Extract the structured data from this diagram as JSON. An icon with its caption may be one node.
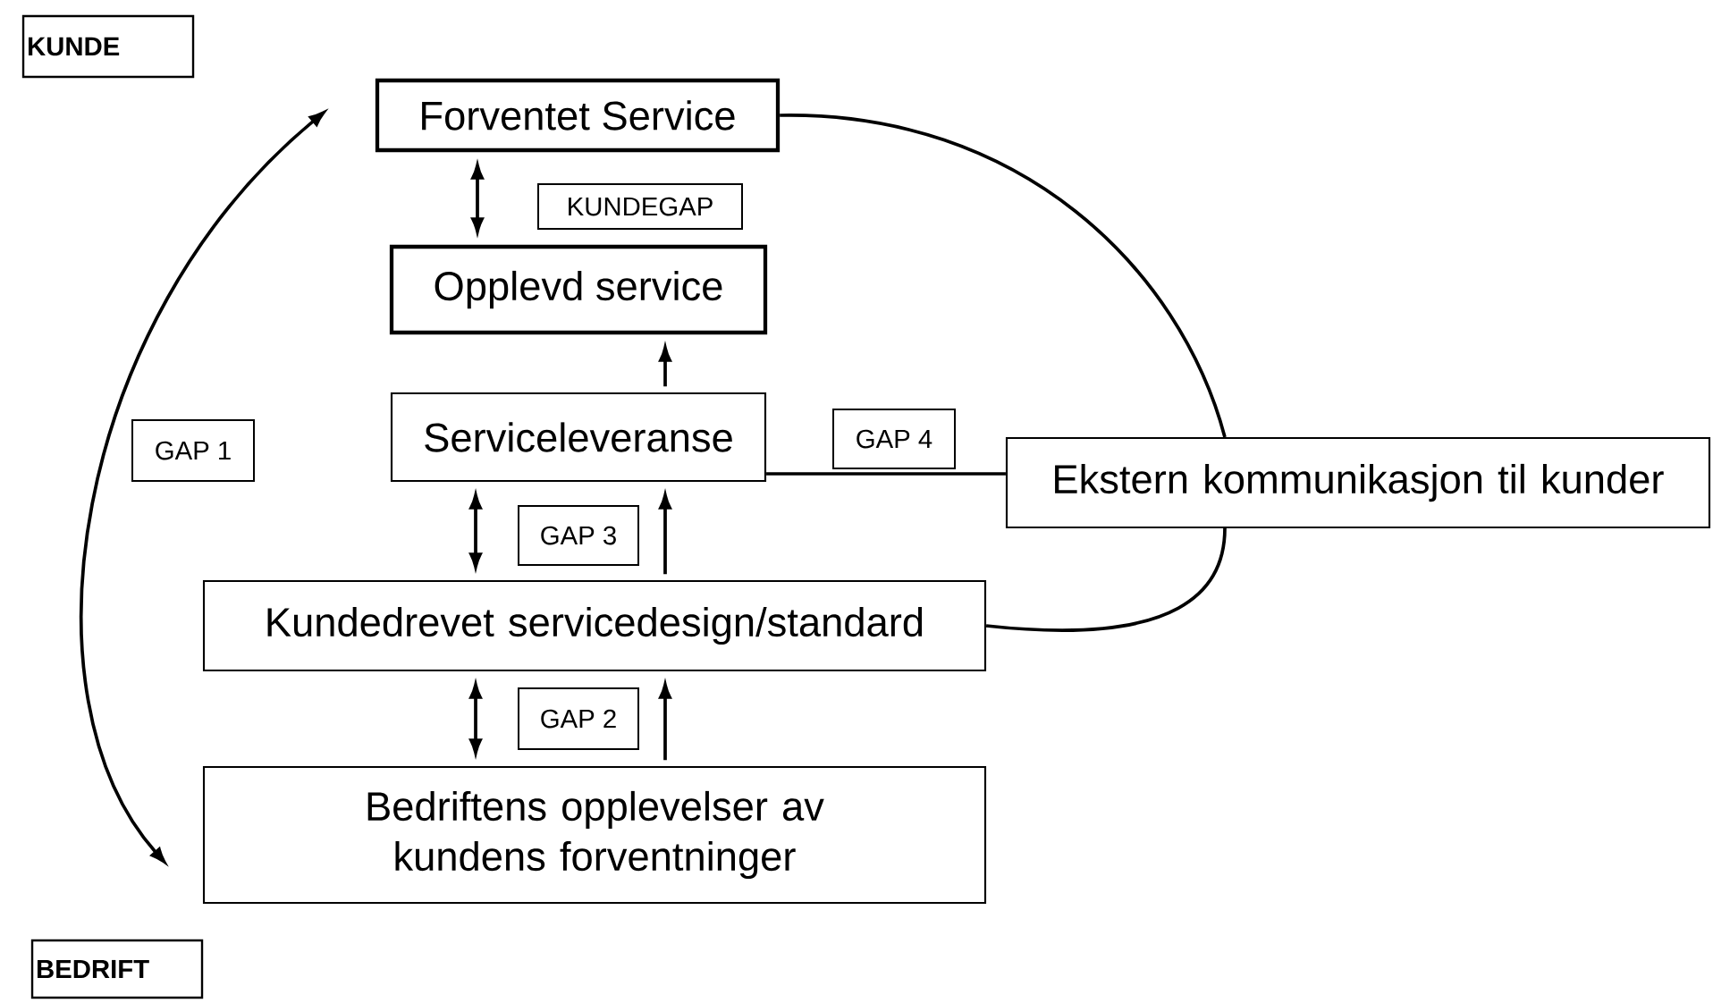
{
  "diagram": {
    "nodes": [
      {
        "text": [
          "KUNDE"
        ]
      },
      {
        "text": [
          "Forventet Service"
        ]
      },
      {
        "text": [
          "KUNDEGAP"
        ]
      },
      {
        "text": [
          "Opplevd service"
        ]
      },
      {
        "text": [
          "GAP 1"
        ]
      },
      {
        "text": [
          "Serviceleveranse"
        ]
      },
      {
        "text": [
          "GAP 4"
        ]
      },
      {
        "text": [
          "Ekstern kommunikasjon til kunder"
        ]
      },
      {
        "text": [
          "GAP 3"
        ]
      },
      {
        "text": [
          "Kundedrevet servicedesign/standard"
        ]
      },
      {
        "text": [
          "GAP 2"
        ]
      },
      {
        "text": [
          "Bedriftens opplevelser av kundens forventninger"
        ]
      },
      {
        "text": [
          "BEDRIFT"
        ]
      }
    ],
    "edges": [
      {
        "from": 1,
        "to": 3,
        "arrow": "both"
      },
      {
        "from": 5,
        "to": 3,
        "arrow": "to"
      },
      {
        "from": 11,
        "to": 1,
        "arrow": "both"
      },
      {
        "from": 5,
        "to": 9,
        "arrow": "both"
      },
      {
        "from": 9,
        "to": 5,
        "arrow": "to"
      },
      {
        "from": 11,
        "to": 9,
        "arrow": "both"
      },
      {
        "from": 11,
        "to": 9,
        "arrow": "to"
      },
      {
        "from": 1,
        "to": 7,
        "arrow": "none"
      },
      {
        "from": 5,
        "to": 7,
        "arrow": "none"
      },
      {
        "from": 9,
        "to": 7,
        "arrow": "none"
      }
    ]
  }
}
